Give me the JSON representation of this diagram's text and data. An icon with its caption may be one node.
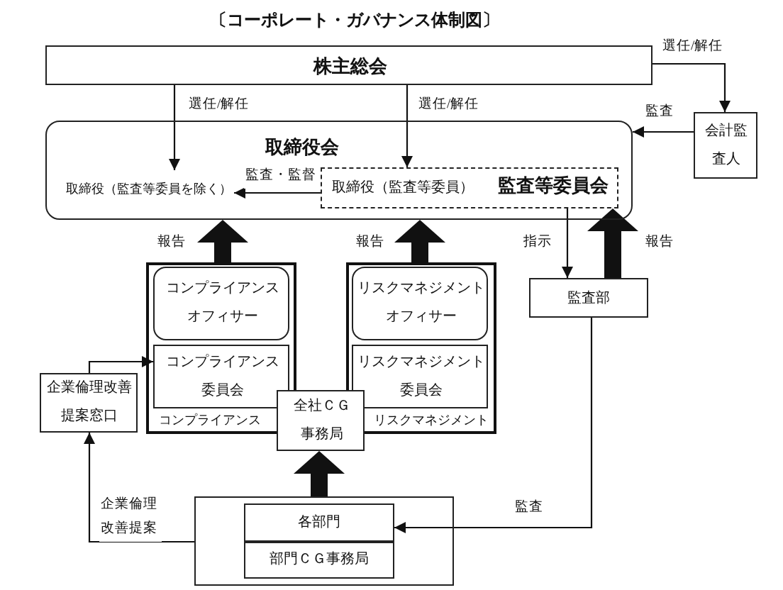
{
  "diagram": {
    "title": "〔コーポレート・ガバナンス体制図〕",
    "nodes": [
      {
        "text": [
          "株主総会"
        ]
      },
      {
        "text": [
          "取締役会"
        ]
      },
      {
        "text": [
          "取締役（監査等委員を除く）"
        ],
        "in": 1
      },
      {
        "text": [
          "取締役（監査等委員）",
          "監査等委員会"
        ],
        "in": 1
      },
      {
        "text": [
          "会計監査人"
        ]
      },
      {
        "text": [
          "コンプライアンス"
        ]
      },
      {
        "text": [
          "コンプライアンスオフィサー"
        ],
        "in": 5
      },
      {
        "text": [
          "コンプライアンス委員会"
        ],
        "in": 5
      },
      {
        "text": [
          "リスクマネジメント"
        ]
      },
      {
        "text": [
          "リスクマネジメントオフィサー"
        ],
        "in": 8
      },
      {
        "text": [
          "リスクマネジメント委員会"
        ],
        "in": 8
      },
      {
        "text": [
          "全社ＣＧ事務局"
        ]
      },
      {
        "text": [
          "監査部"
        ]
      },
      {
        "text": [
          "企業倫理改善提案窓口"
        ]
      },
      {
        "text": [],
        "shape": "box"
      },
      {
        "text": [
          "各部門"
        ],
        "in": 14
      },
      {
        "text": [
          "部門ＣＧ事務局"
        ],
        "in": 14
      }
    ],
    "edges": [
      {
        "from": 0,
        "to": 2,
        "arrow": "to",
        "label": "選任/解任"
      },
      {
        "from": 0,
        "to": 3,
        "arrow": "to",
        "label": "選任/解任"
      },
      {
        "from": 0,
        "to": 4,
        "arrow": "to",
        "label": "選任/解任"
      },
      {
        "from": 4,
        "to": 1,
        "arrow": "to",
        "label": "監査"
      },
      {
        "from": 3,
        "to": 2,
        "arrow": "to",
        "label": "監査・監督"
      },
      {
        "from": 5,
        "to": 1,
        "arrow": "to",
        "label": "報告",
        "style": "thick"
      },
      {
        "from": 8,
        "to": 1,
        "arrow": "to",
        "label": "報告",
        "style": "thick"
      },
      {
        "from": 12,
        "to": 3,
        "arrow": "to",
        "label": "報告",
        "style": "thick"
      },
      {
        "from": 3,
        "to": 12,
        "arrow": "to",
        "label": "指示"
      },
      {
        "from": 14,
        "to": 11,
        "arrow": "to",
        "style": "thick"
      },
      {
        "from": 12,
        "to": 15,
        "arrow": "to",
        "label": "監査"
      },
      {
        "from": 14,
        "to": 13,
        "arrow": "to",
        "label": "企業倫理改善提案"
      },
      {
        "from": 13,
        "to": 7,
        "arrow": "to"
      }
    ]
  }
}
